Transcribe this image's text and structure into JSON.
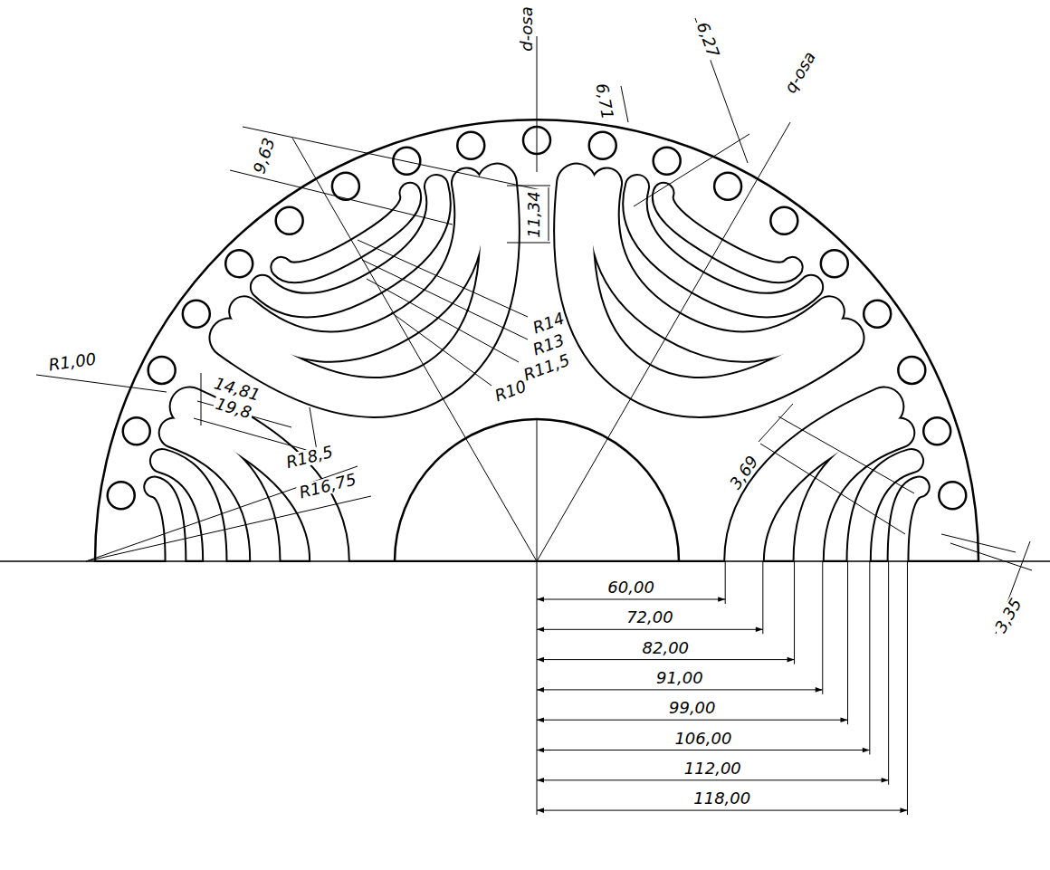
{
  "diagram": {
    "labels": [
      "d-osa",
      "q-osa",
      "9,63",
      "11,34",
      "6,71",
      "6,27",
      "R14",
      "R13",
      "R11,5",
      "R10",
      "R1,00",
      "14,81",
      "19,8",
      "R18,5",
      "R16,75",
      "3,69",
      "3,35",
      "60,00",
      "72,00",
      "82,00",
      "91,00",
      "99,00",
      "106,00",
      "112,00",
      "118,00"
    ]
  }
}
